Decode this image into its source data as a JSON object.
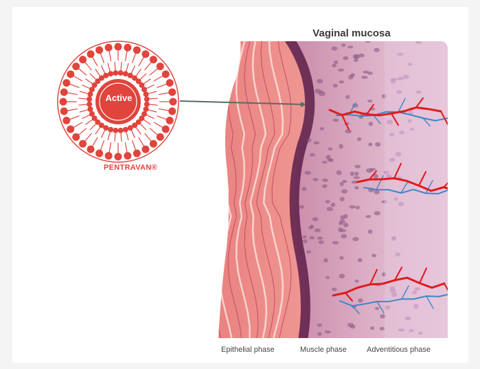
{
  "header": {
    "title": "Vaginal mucosa"
  },
  "carrier": {
    "core_label": "Active",
    "brand": "PENTRAVAN®"
  },
  "phases": [
    "Epithelial phase",
    "Muscle phase",
    "Adventitious phase"
  ],
  "colors": {
    "brand_red": "#e0443c",
    "pointer_line": "#5a6b64",
    "vessel_red": "#e01a1a",
    "vessel_blue": "#3a86c8",
    "tissue_pink": "#e88a88",
    "tissue_dark": "#5a1f4a"
  },
  "icons": {
    "liposome": "liposome-icon",
    "tissue": "histology-image"
  }
}
